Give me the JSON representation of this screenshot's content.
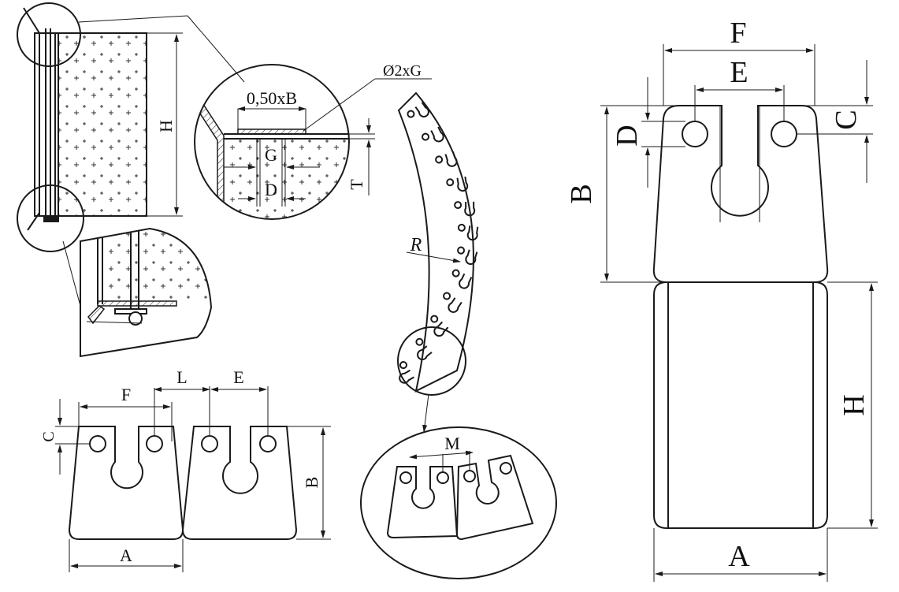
{
  "labels": {
    "A_small": "A",
    "A_large": "A",
    "B_small": "B",
    "B_large": "B",
    "C_small": "C",
    "C_large": "C",
    "D_large": "D",
    "D_detail": "D",
    "E_small": "E",
    "E_large": "E",
    "F_small": "F",
    "F_large": "F",
    "H_small": "H",
    "H_large": "H",
    "L": "L",
    "M": "M",
    "R": "R",
    "G": "G",
    "T": "T",
    "half_b": "0,50xB",
    "hole_spec": "Ø2xG"
  },
  "colors": {
    "line": "#1a1a1a",
    "background": "#ffffff"
  }
}
